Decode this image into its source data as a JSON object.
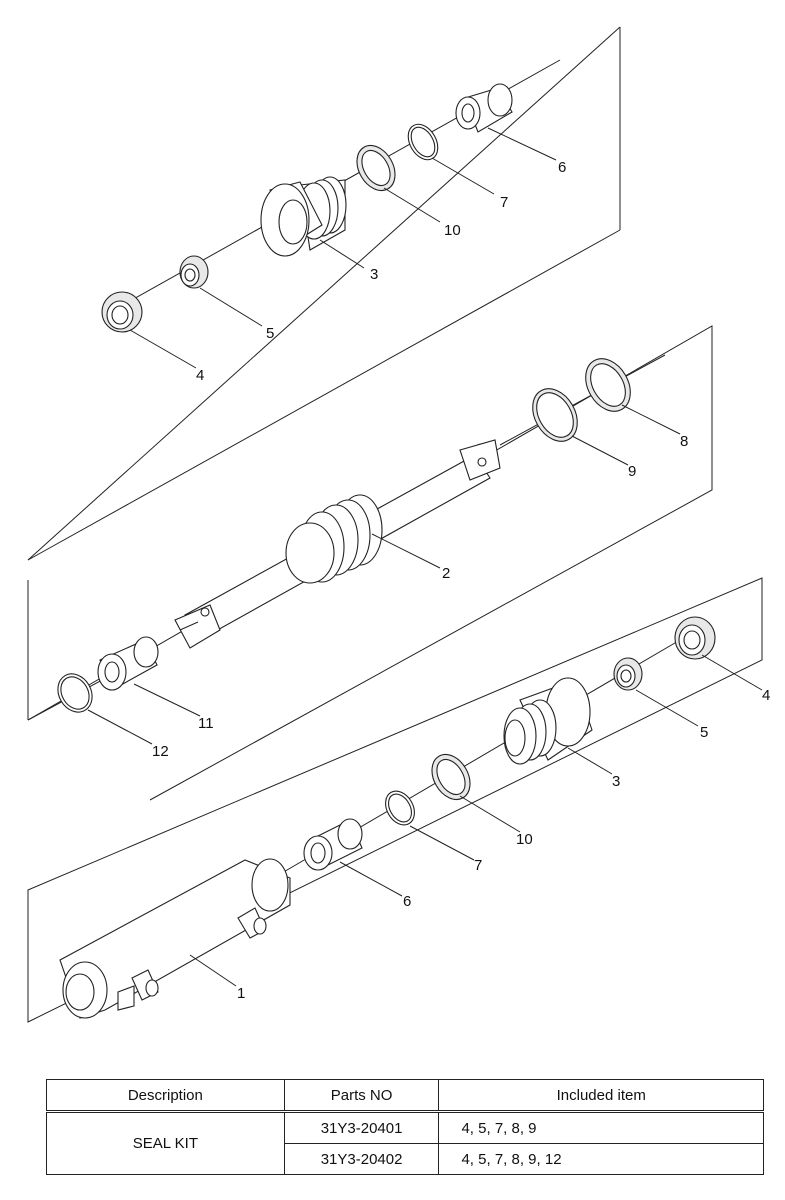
{
  "callouts": {
    "top": [
      "6",
      "7",
      "10",
      "3",
      "5",
      "4"
    ],
    "middle": [
      "8",
      "9",
      "2",
      "11",
      "12"
    ],
    "bottom": [
      "4",
      "5",
      "3",
      "10",
      "7",
      "6",
      "1"
    ]
  },
  "table": {
    "headers": [
      "Description",
      "Parts NO",
      "Included item"
    ],
    "description": "SEAL KIT",
    "rows": [
      {
        "part_no": "31Y3-20401",
        "included": "4, 5, 7, 8, 9"
      },
      {
        "part_no": "31Y3-20402",
        "included": "4, 5, 7, 8, 9, 12"
      }
    ]
  }
}
